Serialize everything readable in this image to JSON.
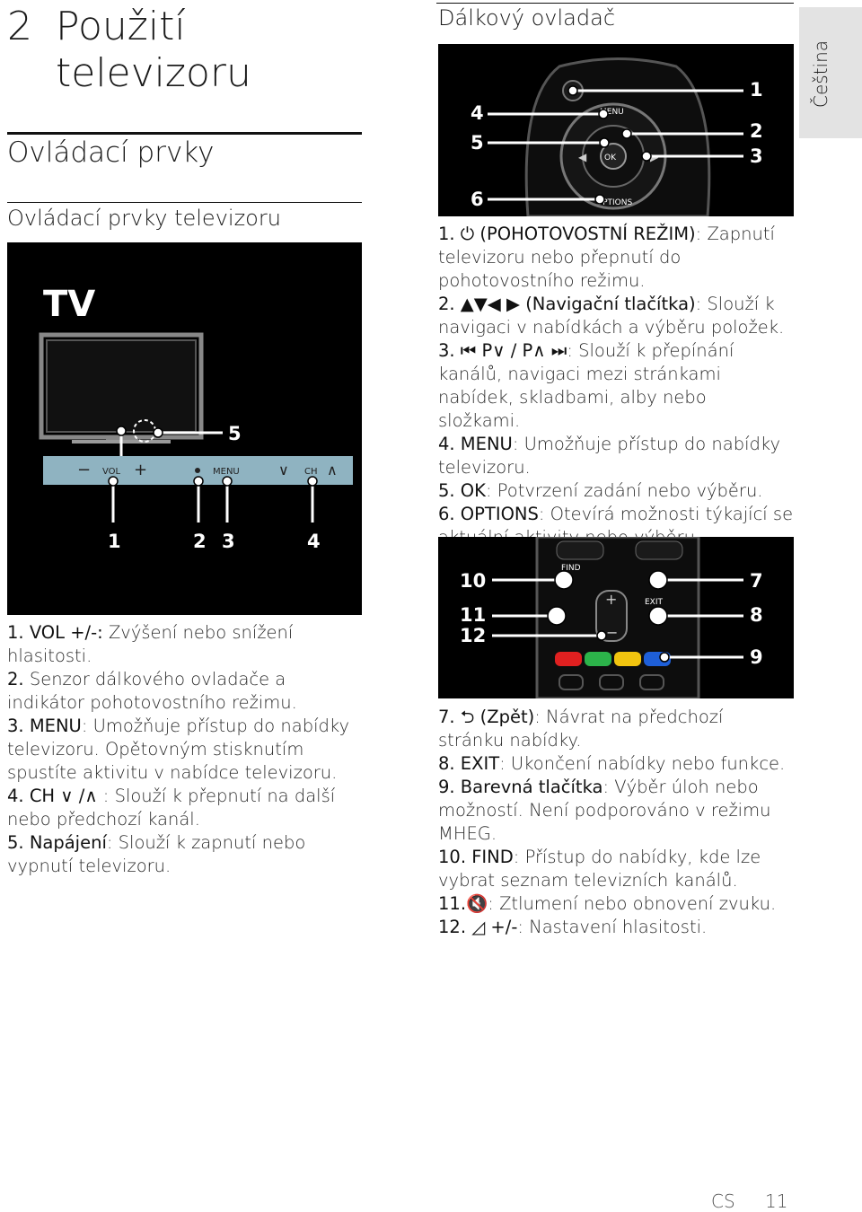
{
  "chapter": {
    "number": "2",
    "title": "Použití televizoru"
  },
  "section": {
    "title": "Ovládací prvky"
  },
  "subsection": {
    "title": "Ovládací prvky televizoru"
  },
  "tv_figure": {
    "label": "TV",
    "vol_label": "VOL",
    "menu_label": "MENU",
    "ch_label": "CH",
    "callouts": [
      "1",
      "2",
      "3",
      "4",
      "5"
    ]
  },
  "tv_items": [
    {
      "num": "1.",
      "key": "VOL +/-:",
      "desc": " Zvýšení nebo snížení hlasitosti."
    },
    {
      "num": "2.",
      "key": "",
      "desc": "Senzor dálkového ovladače a indikátor pohotovostního režimu."
    },
    {
      "num": "3.",
      "key": "MENU",
      "desc": ": Umožňuje přístup do nabídky televizoru. Opětovným stisknutím spustíte aktivitu v nabídce televizoru."
    },
    {
      "num": "4.",
      "key": "CH ∨ /∧",
      "desc": " : Slouží k přepnutí na další nebo předchozí kanál."
    },
    {
      "num": "5.",
      "key": "Napájení",
      "desc": ": Slouží k zapnutí nebo vypnutí televizoru."
    }
  ],
  "remote": {
    "title": "Dálkový ovladač",
    "fig1_labels": {
      "menu": "MENU",
      "ok": "OK",
      "options": "OPTIONS"
    },
    "fig1_callouts": [
      "1",
      "2",
      "3",
      "4",
      "5",
      "6"
    ],
    "fig2_labels": {
      "find": "FIND",
      "exit": "EXIT"
    },
    "fig2_callouts": [
      "7",
      "8",
      "9",
      "10",
      "11",
      "12"
    ],
    "items_a": [
      {
        "num": "1. ⏻",
        "key": " (POHOTOVOSTNÍ REŽIM)",
        "desc": ": Zapnutí televizoru nebo přepnutí do pohotovostního režimu."
      },
      {
        "num": "2. ▲▼◀ ▶",
        "key": " (Navigační tlačítka)",
        "desc": ": Slouží k navigaci v nabídkách a výběru položek."
      },
      {
        "num": "3. ⏮ P∨ / P∧ ⏭",
        "key": "",
        "desc": ": Slouží k přepínání kanálů, navigaci mezi stránkami nabídek, skladbami, alby nebo složkami."
      },
      {
        "num": "4.",
        "key": " MENU",
        "desc": ": Umožňuje přístup do nabídky televizoru."
      },
      {
        "num": "5.",
        "key": " OK",
        "desc": ": Potvrzení zadání nebo výběru."
      },
      {
        "num": "6.",
        "key": " OPTIONS",
        "desc": ": Otevírá možnosti týkající se aktuální aktivity nebo výběru."
      }
    ],
    "items_b": [
      {
        "num": "7. ⮌",
        "key": " (Zpět)",
        "desc": ": Návrat na předchozí stránku nabídky."
      },
      {
        "num": "8.",
        "key": " EXIT",
        "desc": ": Ukončení nabídky nebo funkce."
      },
      {
        "num": "9.",
        "key": " Barevná tlačítka",
        "desc": ": Výběr úloh nebo možností. Není podporováno v režimu MHEG."
      },
      {
        "num": "10.",
        "key": " FIND",
        "desc": ": Přístup do nabídky, kde lze vybrat seznam televizních kanálů."
      },
      {
        "num": "11.",
        "key": "🔇",
        "desc": ": Ztlumení nebo obnovení zvuku."
      },
      {
        "num": "12.",
        "key": " ◿ +/-",
        "desc": ": Nastavení hlasitosti."
      }
    ]
  },
  "language_tab": "Čeština",
  "footer": {
    "lang": "CS",
    "page": "11"
  },
  "colors": {
    "figure_bg": "#000000",
    "panel": "#8fb3c1",
    "lang_tab_bg": "#e3e3e3",
    "red": "#e02020",
    "green": "#2cb34a",
    "yellow": "#f2c40f",
    "blue": "#1e5fd8"
  }
}
